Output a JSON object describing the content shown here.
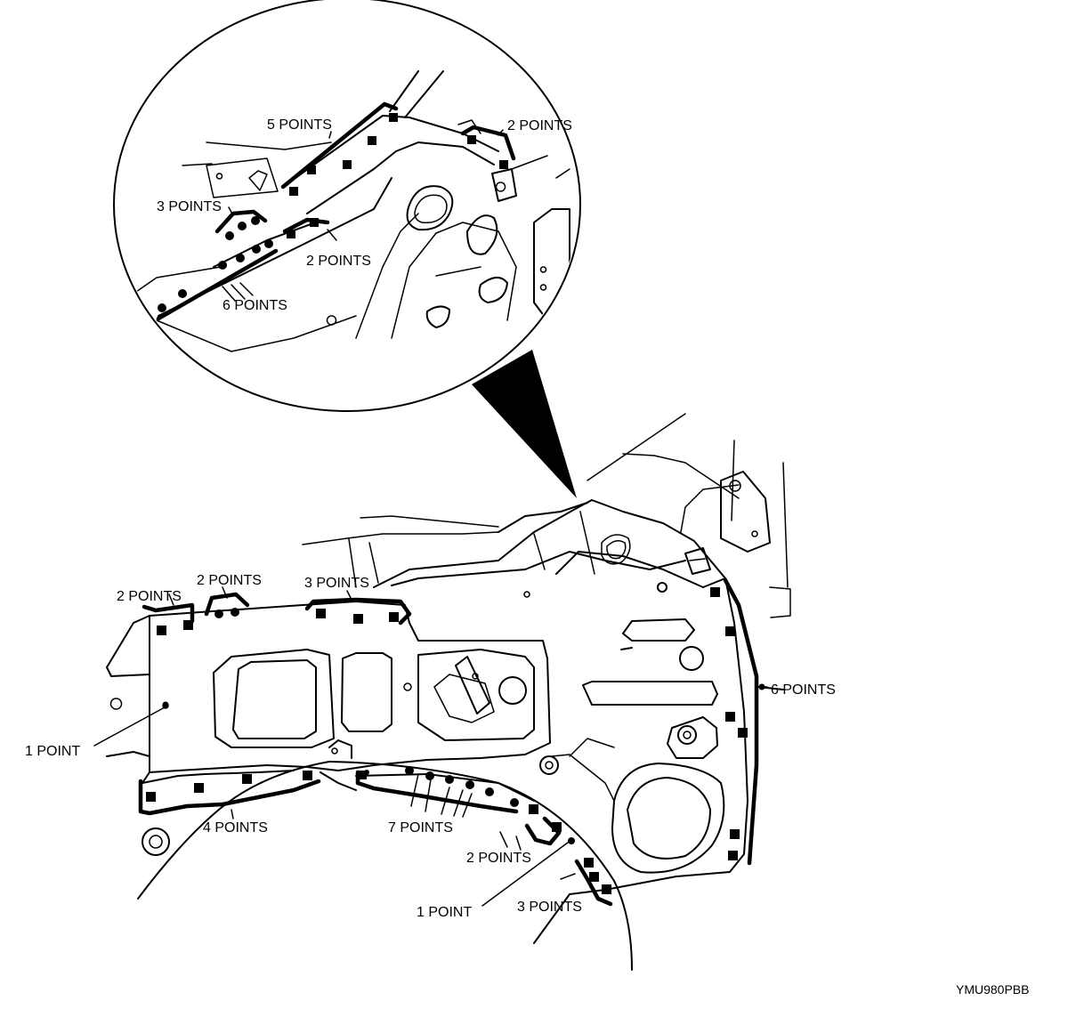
{
  "figure_code": "YMU980PBB",
  "inset_labels": {
    "five_points": "5 POINTS",
    "two_points_top": "2 POINTS",
    "three_points": "3 POINTS",
    "two_points_mid": "2 POINTS",
    "six_points": "6 POINTS"
  },
  "main_labels": {
    "two_points_a": "2 POINTS",
    "two_points_b": "2 POINTS",
    "three_points_top": "3 POINTS",
    "six_points_right": "6 POINTS",
    "one_point_left": "1 POINT",
    "four_points": "4 POINTS",
    "seven_points": "7 POINTS",
    "two_points_bottom": "2 POINTS",
    "one_point_bottom": "1 POINT",
    "three_points_bottom": "3 POINTS"
  },
  "colors": {
    "ink": "#000000",
    "paper": "#ffffff"
  }
}
